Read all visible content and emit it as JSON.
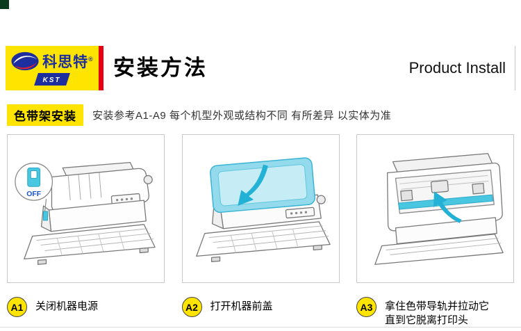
{
  "colors": {
    "accent_yellow": "#ffe400",
    "accent_red": "#e60012",
    "highlight_cyan": "#49c6e0",
    "brand_blue": "#1d2f9e",
    "corner_green": "#0c3a1d"
  },
  "header": {
    "brand_name": "科思特",
    "brand_reg": "®",
    "brand_sub": "KST",
    "title": "安装方法",
    "right_title": "Product Install"
  },
  "section": {
    "label": "色带架安装",
    "note": "安装参考A1-A9 每个机型外观或结构不同 有所差异 以实体为准"
  },
  "steps": [
    {
      "badge": "A1",
      "line1": "关闭机器电源",
      "line2": "",
      "callout": "OFF"
    },
    {
      "badge": "A2",
      "line1": "打开机器前盖",
      "line2": ""
    },
    {
      "badge": "A3",
      "line1": "拿住色带导轨并拉动它",
      "line2": "直到它脱离打印头"
    }
  ]
}
